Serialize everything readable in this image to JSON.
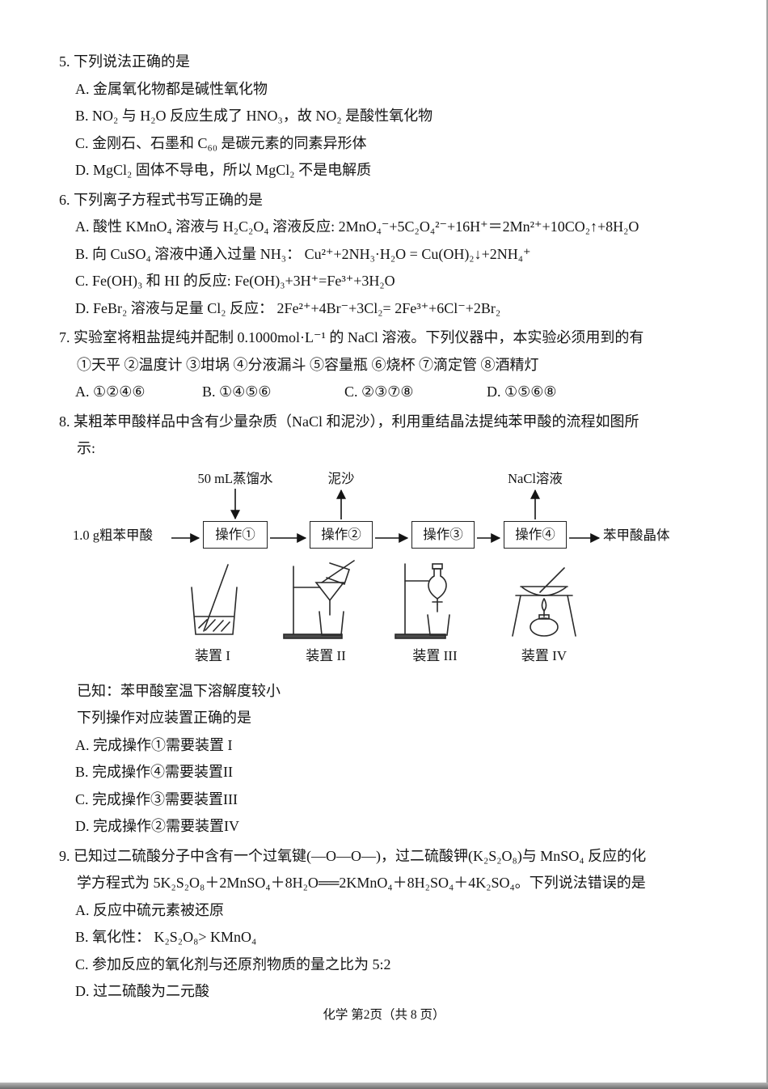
{
  "footer": "化学  第2页（共 8 页）",
  "q5": {
    "stem": "5. 下列说法正确的是",
    "a": "A. 金属氧化物都是碱性氧化物",
    "b": "B. NO₂ 与 H₂O 反应生成了 HNO₃，故 NO₂ 是酸性氧化物",
    "c": "C. 金刚石、石墨和 C₆₀ 是碳元素的同素异形体",
    "d": "D. MgCl₂ 固体不导电，所以 MgCl₂ 不是电解质"
  },
  "q6": {
    "stem": "6. 下列离子方程式书写正确的是",
    "a": "A. 酸性 KMnO₄ 溶液与 H₂C₂O₄ 溶液反应: 2MnO₄⁻+5C₂O₄²⁻+16H⁺＝2Mn²⁺+10CO₂↑+8H₂O",
    "b": "B. 向 CuSO₄ 溶液中通入过量 NH₃： Cu²⁺+2NH₃·H₂O = Cu(OH)₂↓+2NH₄⁺",
    "c": "C. Fe(OH)₃ 和 HI 的反应:  Fe(OH)₃+3H⁺=Fe³⁺+3H₂O",
    "d": "D. FeBr₂ 溶液与足量 Cl₂ 反应：  2Fe²⁺+4Br⁻+3Cl₂= 2Fe³⁺+6Cl⁻+2Br₂"
  },
  "q7": {
    "stem": "7. 实验室将粗盐提纯并配制 0.1000mol·L⁻¹ 的 NaCl 溶液。下列仪器中，本实验必须用到的有",
    "instruments": "①天平  ②温度计  ③坩埚  ④分液漏斗  ⑤容量瓶  ⑥烧杯  ⑦滴定管  ⑧酒精灯",
    "a": "A. ①②④⑥",
    "b": "B. ①④⑤⑥",
    "c": "C. ②③⑦⑧",
    "d": "D. ①⑤⑥⑧"
  },
  "q8": {
    "stem1": "8. 某粗苯甲酸样品中含有少量杂质（NaCl 和泥沙），利用重结晶法提纯苯甲酸的流程如图所",
    "stem2": "示:",
    "flow": {
      "water": "50 mL蒸馏水",
      "mud": "泥沙",
      "nacl": "NaCl溶液",
      "input": "1.0 g粗苯甲酸",
      "op1": "操作①",
      "op2": "操作②",
      "op3": "操作③",
      "op4": "操作④",
      "output": "苯甲酸晶体",
      "dev1": "装置 I",
      "dev2": "装置 II",
      "dev3": "装置 III",
      "dev4": "装置 IV"
    },
    "known": "已知：苯甲酸室温下溶解度较小",
    "ask": "下列操作对应装置正确的是",
    "a": "A. 完成操作①需要装置 I",
    "b": "B. 完成操作④需要装置II",
    "c": "C. 完成操作③需要装置III",
    "d": "D. 完成操作②需要装置IV"
  },
  "q9": {
    "stem1": "9. 已知过二硫酸分子中含有一个过氧键(—O—O—)，过二硫酸钾(K₂S₂O₈)与 MnSO₄ 反应的化",
    "stem2": "学方程式为 5K₂S₂O₈＋2MnSO₄＋8H₂O══2KMnO₄＋8H₂SO₄＋4K₂SO₄。下列说法错误的是",
    "a": "A. 反应中硫元素被还原",
    "b": "B. 氧化性： K₂S₂O₈> KMnO₄",
    "c": "C. 参加反应的氧化剂与还原剂物质的量之比为 5:2",
    "d": "D. 过二硫酸为二元酸"
  }
}
